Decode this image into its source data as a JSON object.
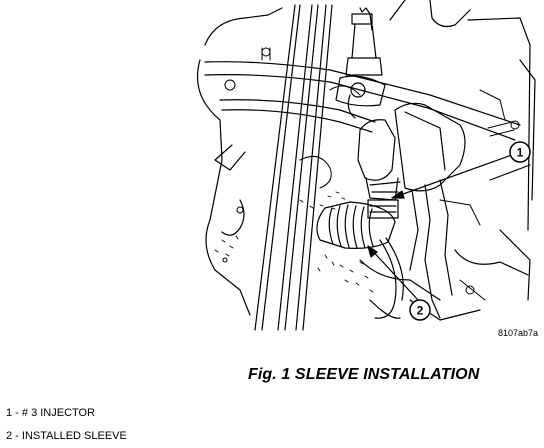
{
  "figure": {
    "title": "Fig. 1 SLEEVE INSTALLATION",
    "code": "8107ab7a",
    "callouts": [
      {
        "number": "1",
        "label": "# 3 INJECTOR"
      },
      {
        "number": "2",
        "label": "INSTALLED SLEEVE"
      }
    ]
  },
  "legend": [
    "1 - # 3 INJECTOR",
    "2 - INSTALLED SLEEVE"
  ]
}
